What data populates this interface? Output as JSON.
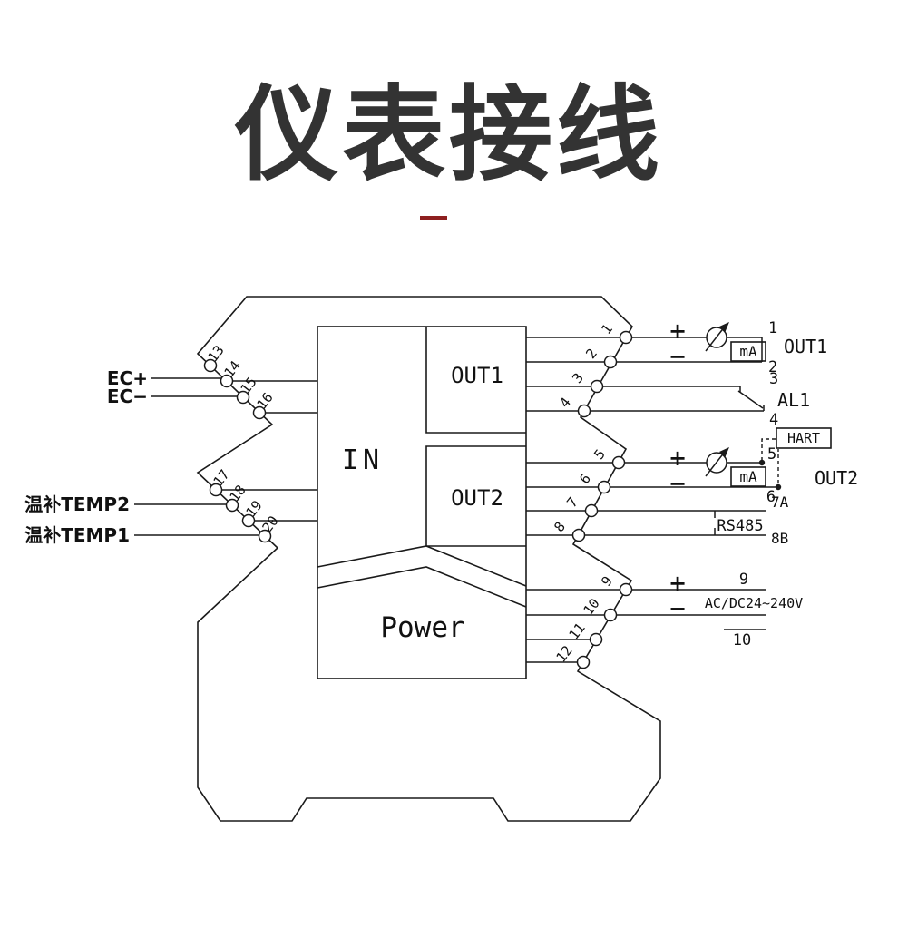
{
  "title": "仪表接线",
  "blocks": {
    "in": "IN",
    "out1": "OUT1",
    "out2": "OUT2",
    "power": "Power"
  },
  "left": {
    "ec_plus": "EC+",
    "ec_minus": "EC−",
    "temp2": "温补TEMP2",
    "temp1": "温补TEMP1",
    "terminals": [
      "13",
      "14",
      "15",
      "16",
      "17",
      "18",
      "19",
      "20"
    ]
  },
  "right": {
    "terminals": [
      "1",
      "2",
      "3",
      "4",
      "5",
      "6",
      "7",
      "8",
      "9",
      "10",
      "11",
      "12"
    ],
    "out1": {
      "plus": "+",
      "minus": "−",
      "meter": "mA",
      "t_top": "1",
      "t_bottom": "2",
      "label": "OUT1"
    },
    "al1": {
      "t_top": "3",
      "t_bottom": "4",
      "label": "AL1"
    },
    "hart": {
      "label": "HART"
    },
    "out2": {
      "plus": "+",
      "minus": "−",
      "meter": "mA",
      "t_top": "5",
      "t_bottom": "6",
      "label": "OUT2"
    },
    "rs485": {
      "t_top": "7A",
      "t_bottom": "8B",
      "label": "RS485"
    },
    "power": {
      "plus": "+",
      "minus": "−",
      "t_top": "9",
      "t_bottom": "10",
      "label": "AC/DC24~240V"
    }
  }
}
